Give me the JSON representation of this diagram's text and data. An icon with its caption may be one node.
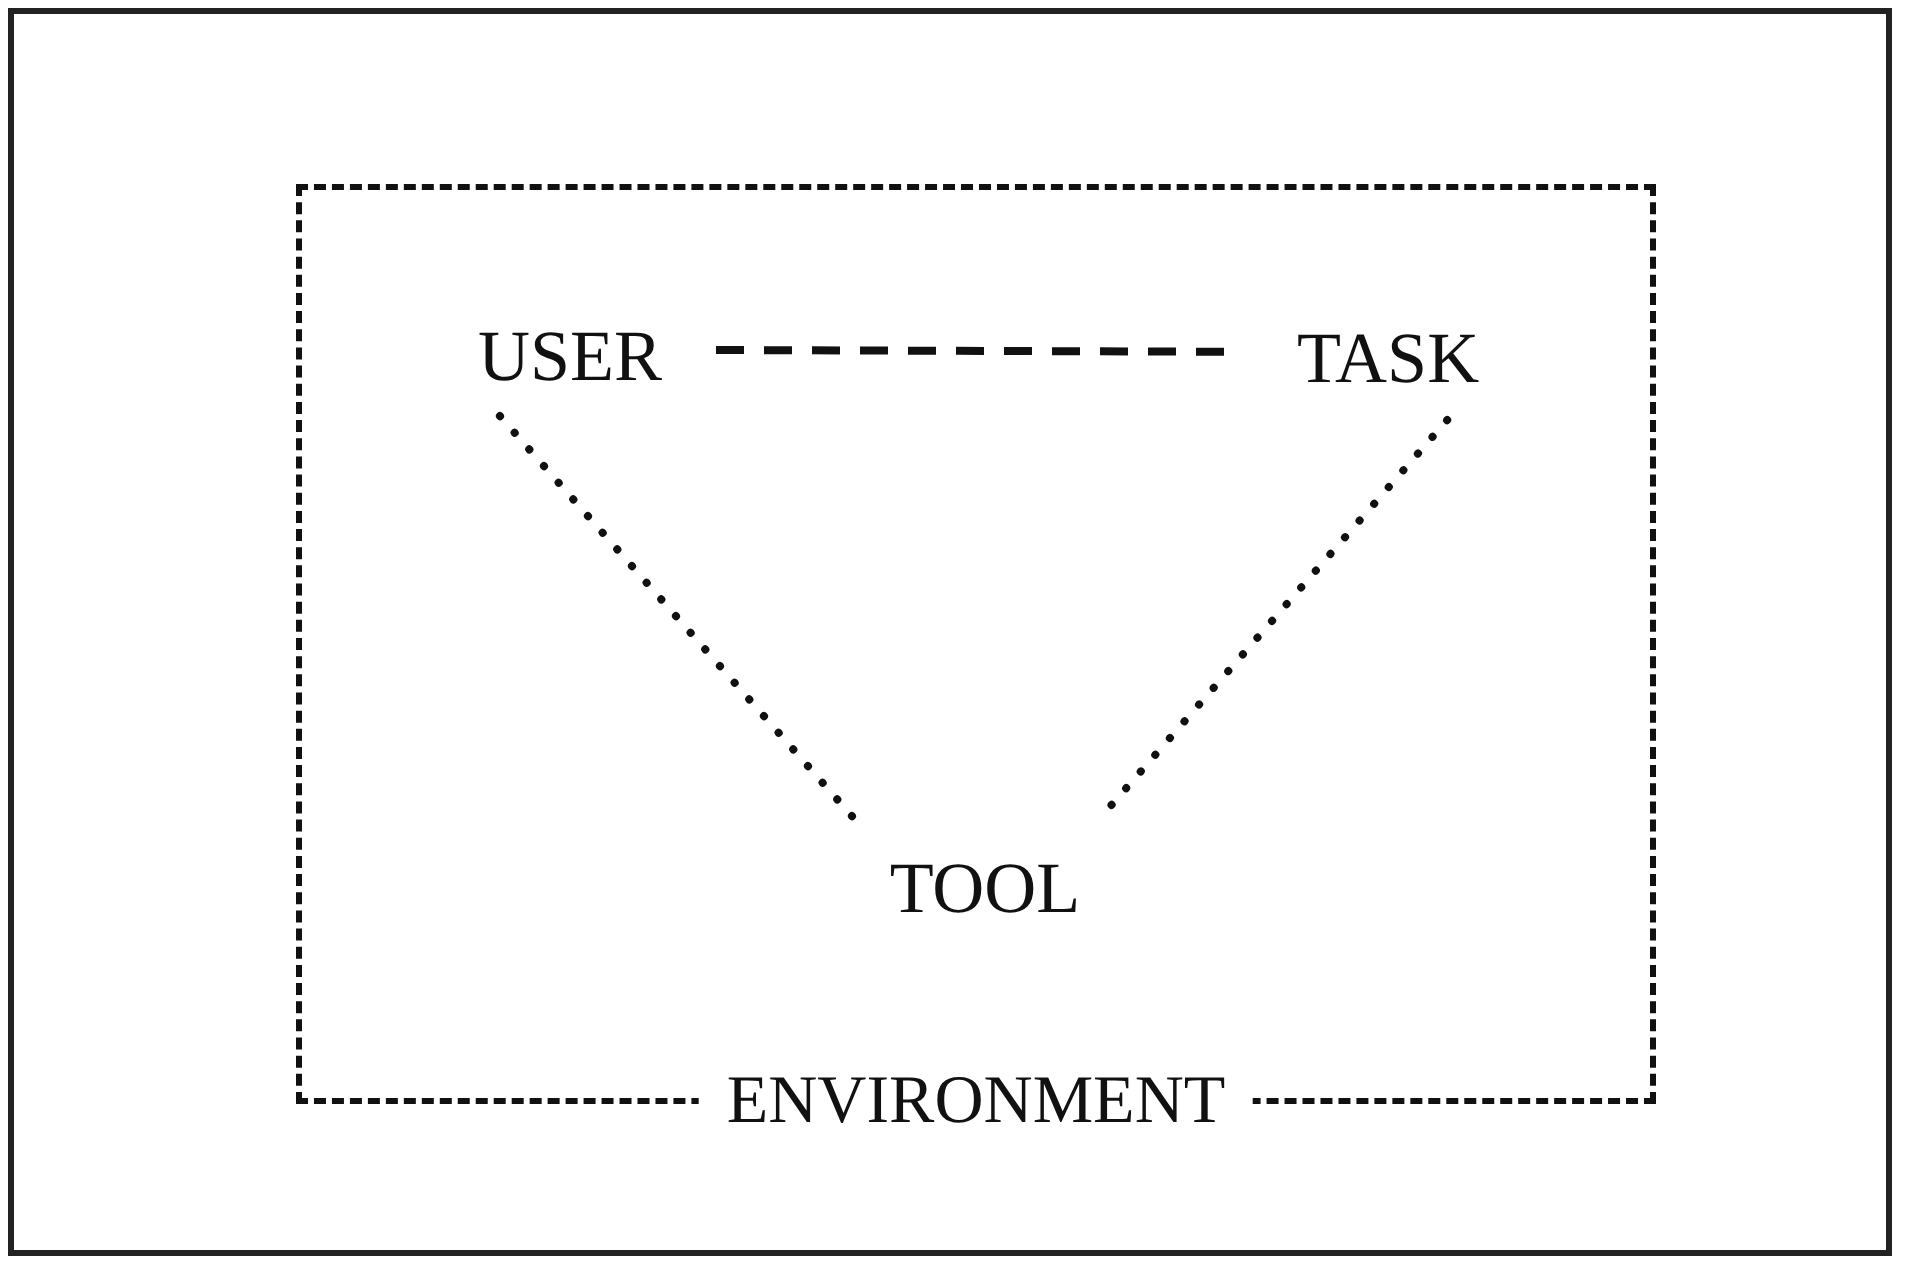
{
  "diagram": {
    "nodes": [
      {
        "text": [
          "ENVIRONMENT"
        ]
      },
      {
        "text": [
          "USER"
        ],
        "in": 0
      },
      {
        "text": [
          "TASK"
        ],
        "in": 0
      },
      {
        "text": [
          "TOOL"
        ],
        "in": 0
      }
    ],
    "edges": [
      {
        "from": 1,
        "to": 2,
        "arrow": "none",
        "style": "dashed"
      },
      {
        "from": 1,
        "to": 3,
        "arrow": "none"
      },
      {
        "from": 2,
        "to": 3,
        "arrow": "none"
      }
    ]
  }
}
